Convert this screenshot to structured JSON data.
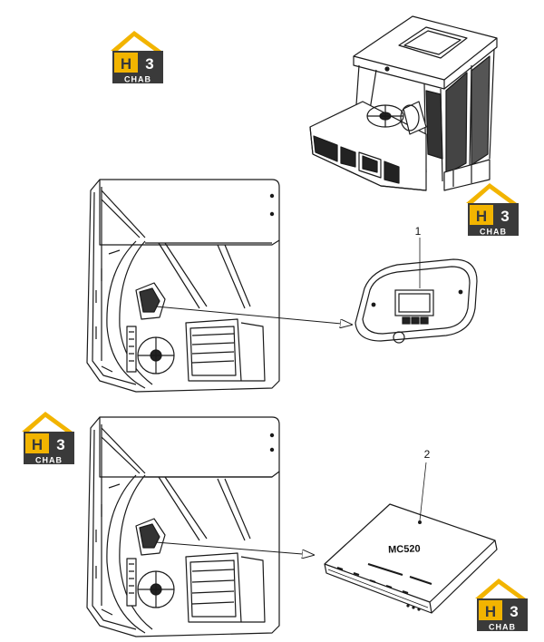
{
  "logo": {
    "mark": "H3",
    "word": "CHAB",
    "colors": {
      "gold": "#f2b400",
      "dark": "#3a3a3a",
      "white": "#ffffff"
    }
  },
  "callouts": {
    "one": "1",
    "two": "2"
  },
  "parts": {
    "controller_label": "MC520"
  },
  "colors": {
    "line": "#1a1a1a",
    "fill": "#ffffff",
    "dark_fill": "#2b2b2b"
  }
}
